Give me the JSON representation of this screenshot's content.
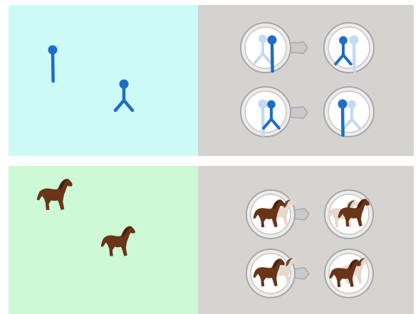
{
  "colors": {
    "panel_top_left": "#ccfbf7",
    "panel_top_right": "#d4d3d0",
    "panel_bottom_left": "#cdf9d6",
    "panel_bottom_right": "#d5d4d1",
    "figure_blue": "#1e6dc6",
    "figure_blue_ghost": "#c3daf1",
    "horse_brown": "#6a3418",
    "horse_dark": "#3a1a08",
    "horse_ghost": "#e6d9cc",
    "lens_rim": "#b8b8b8",
    "lens_glass": "#ffffff"
  },
  "icons": {
    "figure_straight": "stick-figure-straight",
    "figure_split": "stick-figure-split-legs",
    "horse": "horse-figure",
    "binoculars": "binoculars-lens-pair"
  },
  "diagram": {
    "rows": [
      {
        "subject": "stick-figure",
        "scene_items": [
          "figure-straight",
          "figure-split"
        ],
        "binocular_views": [
          {
            "left_lens": "straight-over-ghost",
            "right_lens": "split-over-ghost"
          },
          {
            "left_lens": "split-over-ghost",
            "right_lens": "straight-over-ghost"
          }
        ]
      },
      {
        "subject": "horse",
        "scene_items": [
          "horse-upper-left",
          "horse-lower-right"
        ],
        "binocular_views": [
          {
            "left_lens": "horse-over-ghost",
            "right_lens": "horse-over-ghost"
          },
          {
            "left_lens": "horse-over-ghost",
            "right_lens": "horse-over-ghost"
          }
        ]
      }
    ]
  }
}
